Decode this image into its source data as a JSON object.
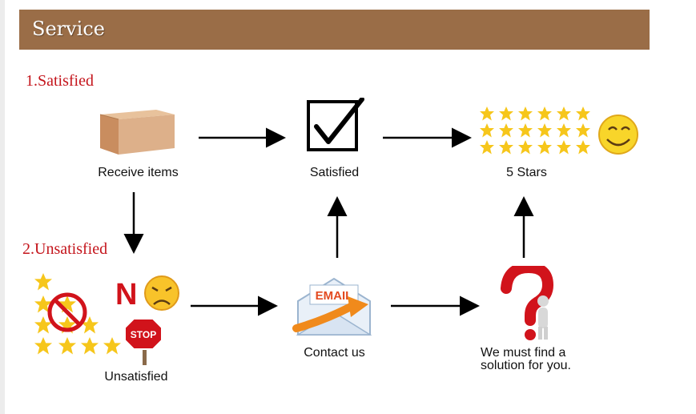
{
  "header": {
    "title": "Service",
    "bg_color": "#9a6d47"
  },
  "sections": {
    "satisfied": {
      "label": "1.Satisfied"
    },
    "unsatisfied": {
      "label": "2.Unsatisfied"
    }
  },
  "nodes": {
    "receive_items": {
      "label": "Receive items",
      "icon": "box-icon"
    },
    "satisfied": {
      "label": "Satisfied",
      "icon": "checkbox-icon"
    },
    "five_stars": {
      "label": "5 Stars",
      "icon": "stars-smiley-icon"
    },
    "unsatisfied": {
      "label": "Unsatisfied",
      "icon": "stop-sad-icon",
      "sign_text": "STOP",
      "letter": "N"
    },
    "contact_us": {
      "label": "Contact us",
      "icon": "email-icon",
      "email_text": "EMAIL"
    },
    "solution": {
      "label": "We must find a solution for you.",
      "icon": "question-person-icon"
    }
  },
  "colors": {
    "accent_red": "#c4151c",
    "star": "#f6c61b",
    "arrow": "#000000"
  }
}
